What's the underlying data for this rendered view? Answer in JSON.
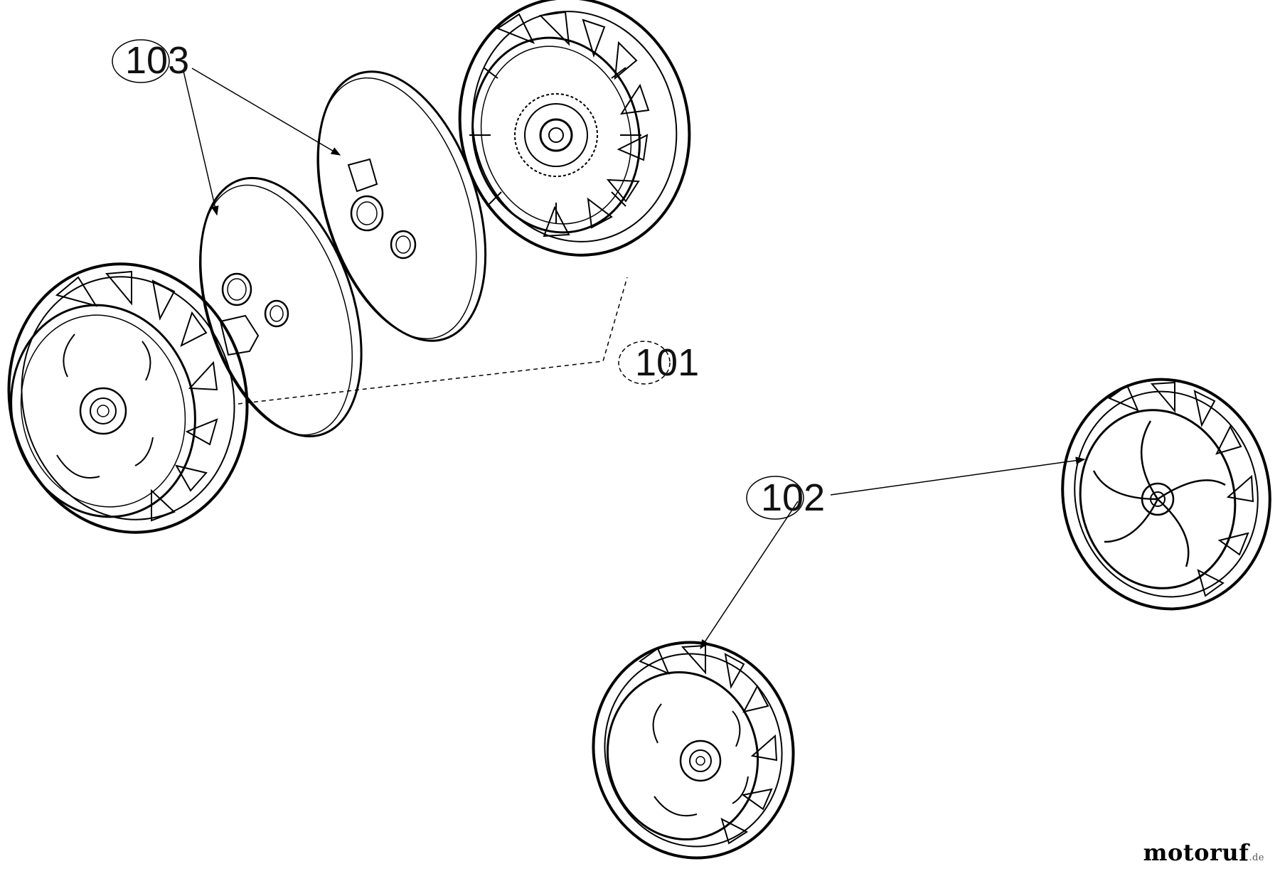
{
  "callouts": {
    "c101": "101",
    "c102": "102",
    "c103": "103"
  },
  "watermark": {
    "brand": "motoruf",
    "suffix": ".de"
  }
}
